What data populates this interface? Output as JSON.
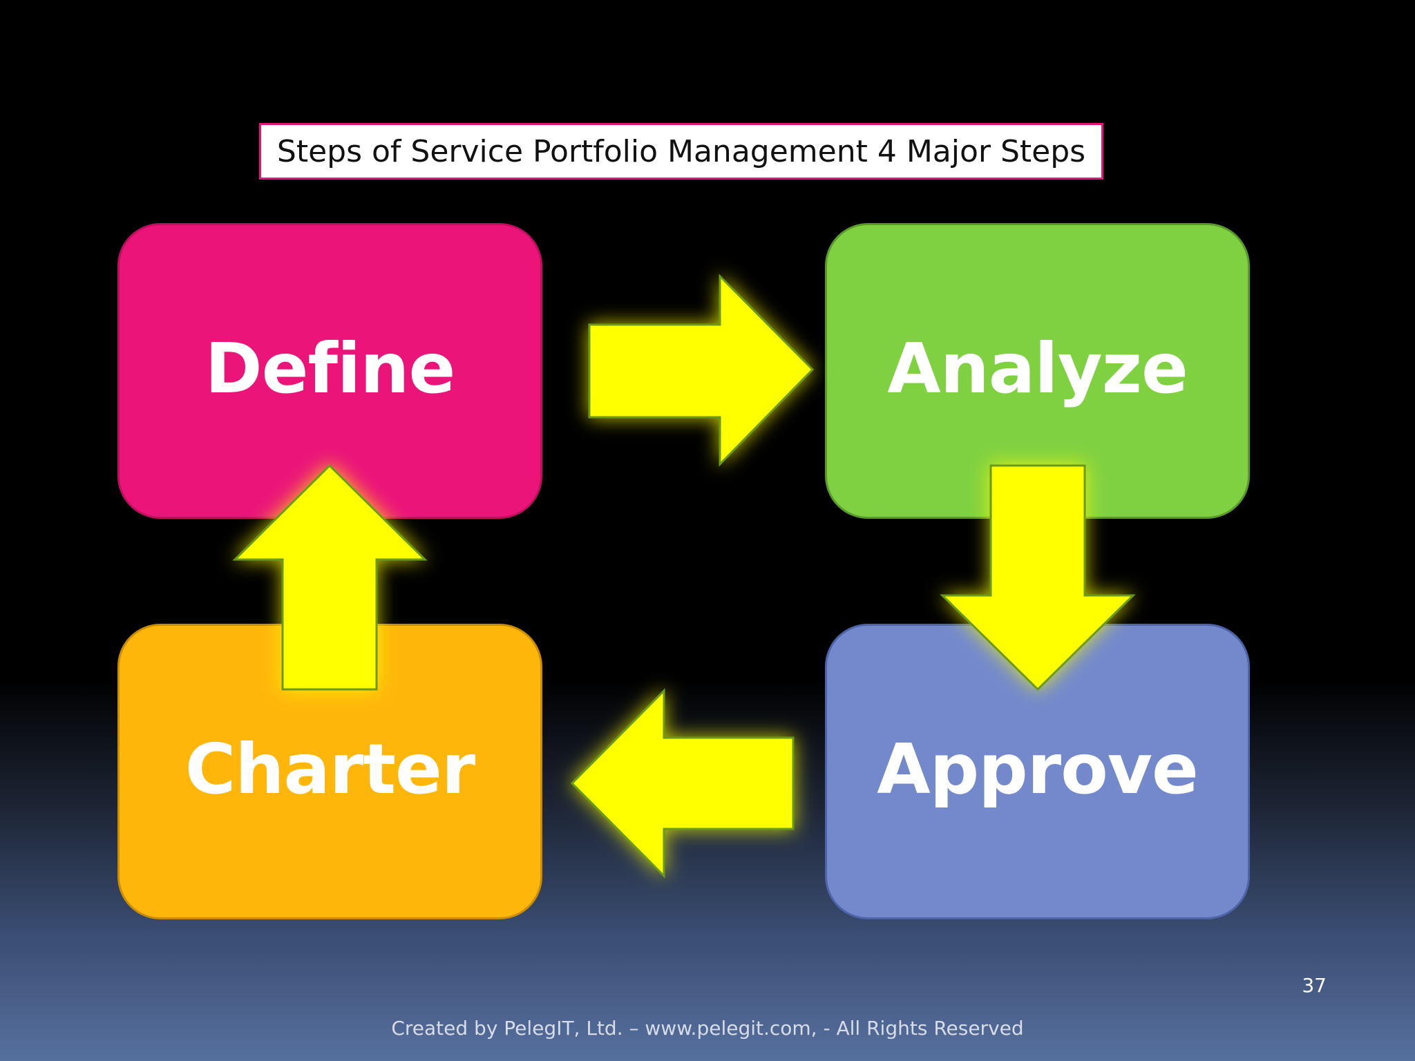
{
  "title": "Steps of Service Portfolio Management 4 Major Steps",
  "steps": {
    "define": "Define",
    "analyze": "Analyze",
    "charter": "Charter",
    "approve": "Approve"
  },
  "colors": {
    "define": "#eb1479",
    "analyze": "#80d141",
    "charter": "#ffb60a",
    "approve": "#7389cc",
    "arrow": "#ffff00",
    "title_border": "#e8127c"
  },
  "icons": [
    "arrow-right-icon",
    "arrow-down-icon",
    "arrow-left-icon",
    "arrow-up-icon"
  ],
  "page_number": "37",
  "footer": "Created by PelegIT, Ltd. – www.pelegit.com,  -  All Rights Reserved"
}
